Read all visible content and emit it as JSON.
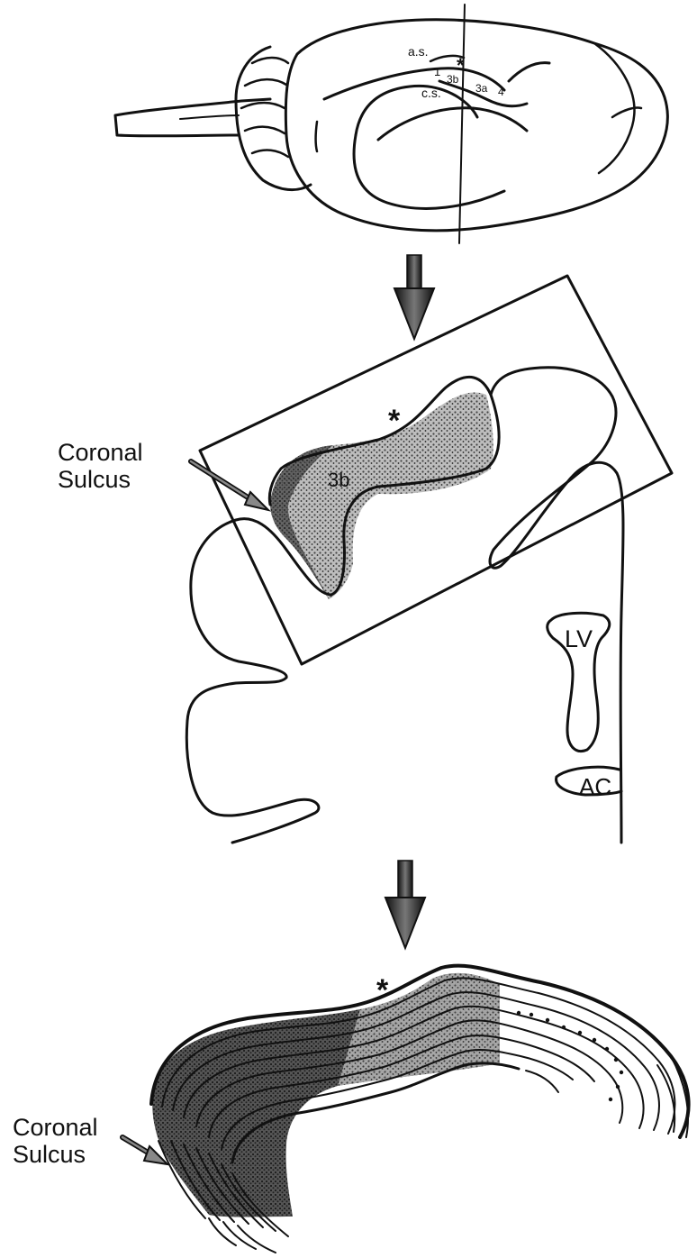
{
  "panels": {
    "top": {
      "labels": {
        "as": "a.s.",
        "cs": "c.s.",
        "area1": "1",
        "area3b": "3b",
        "area3a": "3a",
        "area4": "4"
      }
    },
    "middle": {
      "star": "*",
      "area_label": "3b",
      "coronal_sulcus_line1": "Coronal",
      "coronal_sulcus_line2": "Sulcus",
      "lv": "LV",
      "ac": "AC"
    },
    "bottom": {
      "star": "*",
      "coronal_sulcus_line1": "Coronal",
      "coronal_sulcus_line2": "Sulcus"
    }
  },
  "colors": {
    "ink": "#111111",
    "stipple": "#555555",
    "dark_stipple": "#2a2a2a"
  }
}
